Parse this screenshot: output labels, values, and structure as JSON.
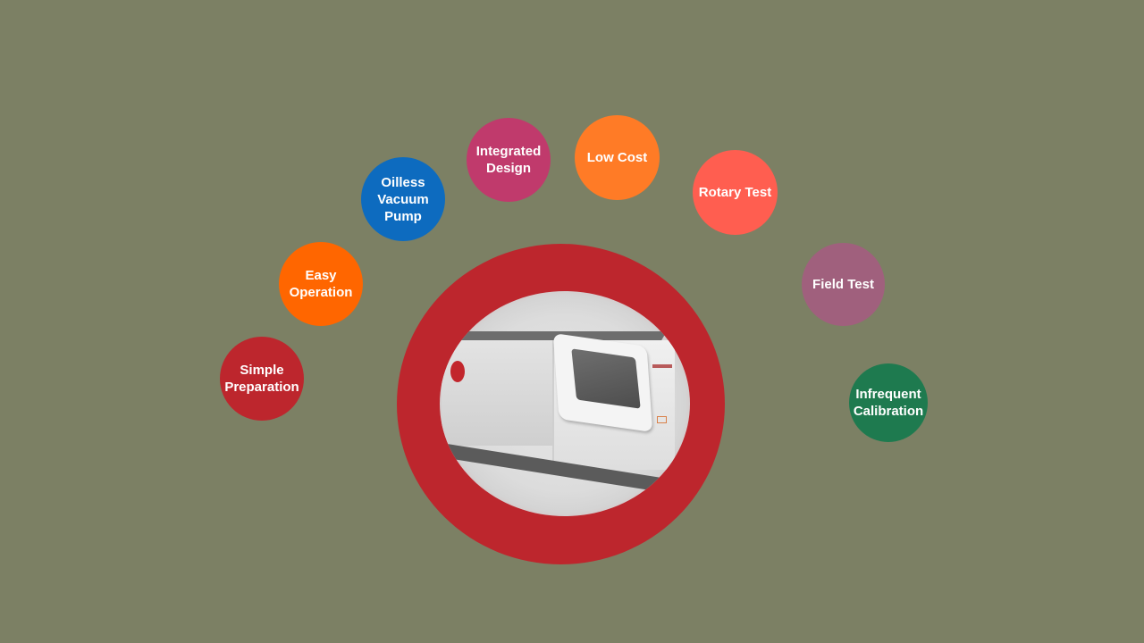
{
  "colors": {
    "background": "#7c8064",
    "hub_ring": "#bd262d",
    "text": "#ffffff"
  },
  "hub": {
    "image_description": "benchtop analytical instrument with touchscreen"
  },
  "features": [
    {
      "label": "Simple\nPreparation",
      "color": "#bd262d"
    },
    {
      "label": "Easy\nOperation",
      "color": "#ff6600"
    },
    {
      "label": "Oilless\nVacuum\nPump",
      "color": "#0d6bbf"
    },
    {
      "label": "Integrated\nDesign",
      "color": "#c03a6c"
    },
    {
      "label": "Low Cost",
      "color": "#ff7b26"
    },
    {
      "label": "Rotary Test",
      "color": "#ff5e50"
    },
    {
      "label": "Field Test",
      "color": "#a0607d"
    },
    {
      "label": "Infrequent\nCalibration",
      "color": "#1e7a4f"
    }
  ]
}
